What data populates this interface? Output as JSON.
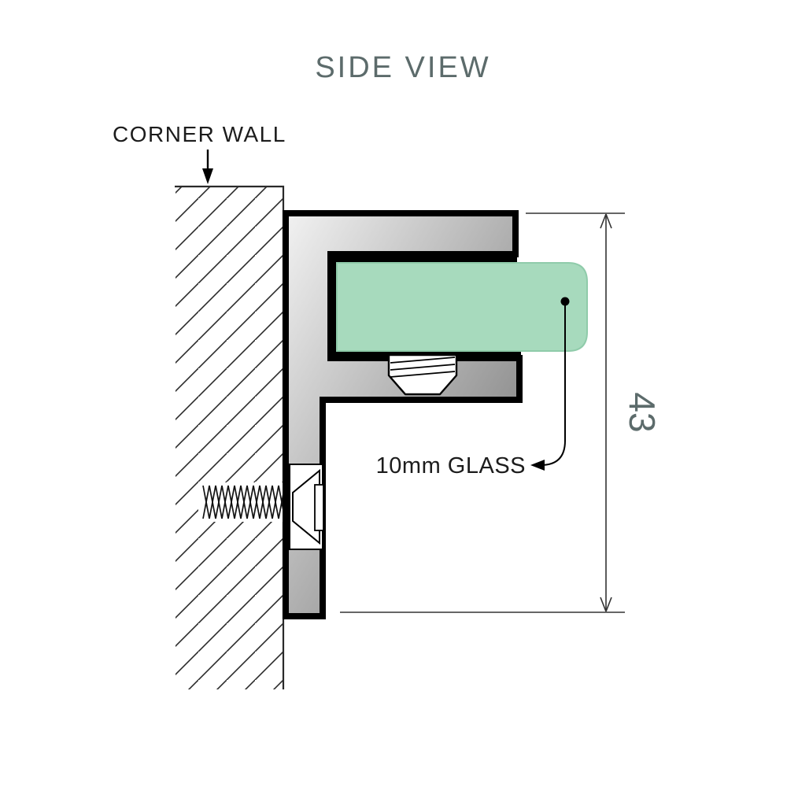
{
  "title": "SIDE VIEW",
  "annotations": {
    "corner_wall_label": "CORNER WALL",
    "glass_label": "10mm GLASS",
    "dimension_value": "43"
  },
  "colors": {
    "title_text": "#5c6b6b",
    "annotation_text": "#1c1c1c",
    "dimension_text": "#5c6b6b",
    "outline": "#000000",
    "glass_fill": "#a7dabd",
    "glass_edge": "#8fcbaa",
    "metal_light": "#f2f2f2",
    "metal_dark": "#6f6f6f",
    "thin_line": "#2a2a2a",
    "background": "#ffffff"
  }
}
